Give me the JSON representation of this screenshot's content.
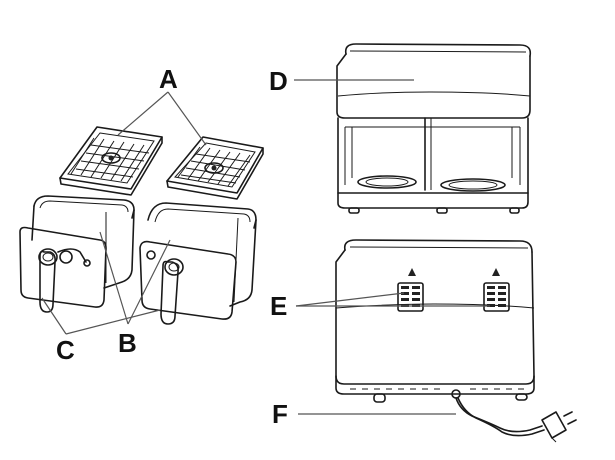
{
  "labels": {
    "a": "A",
    "b": "B",
    "c": "C",
    "d": "D",
    "e": "E",
    "f": "F"
  },
  "colors": {
    "line": "#1a1a1a",
    "leader": "#555555",
    "background": "#ffffff"
  }
}
